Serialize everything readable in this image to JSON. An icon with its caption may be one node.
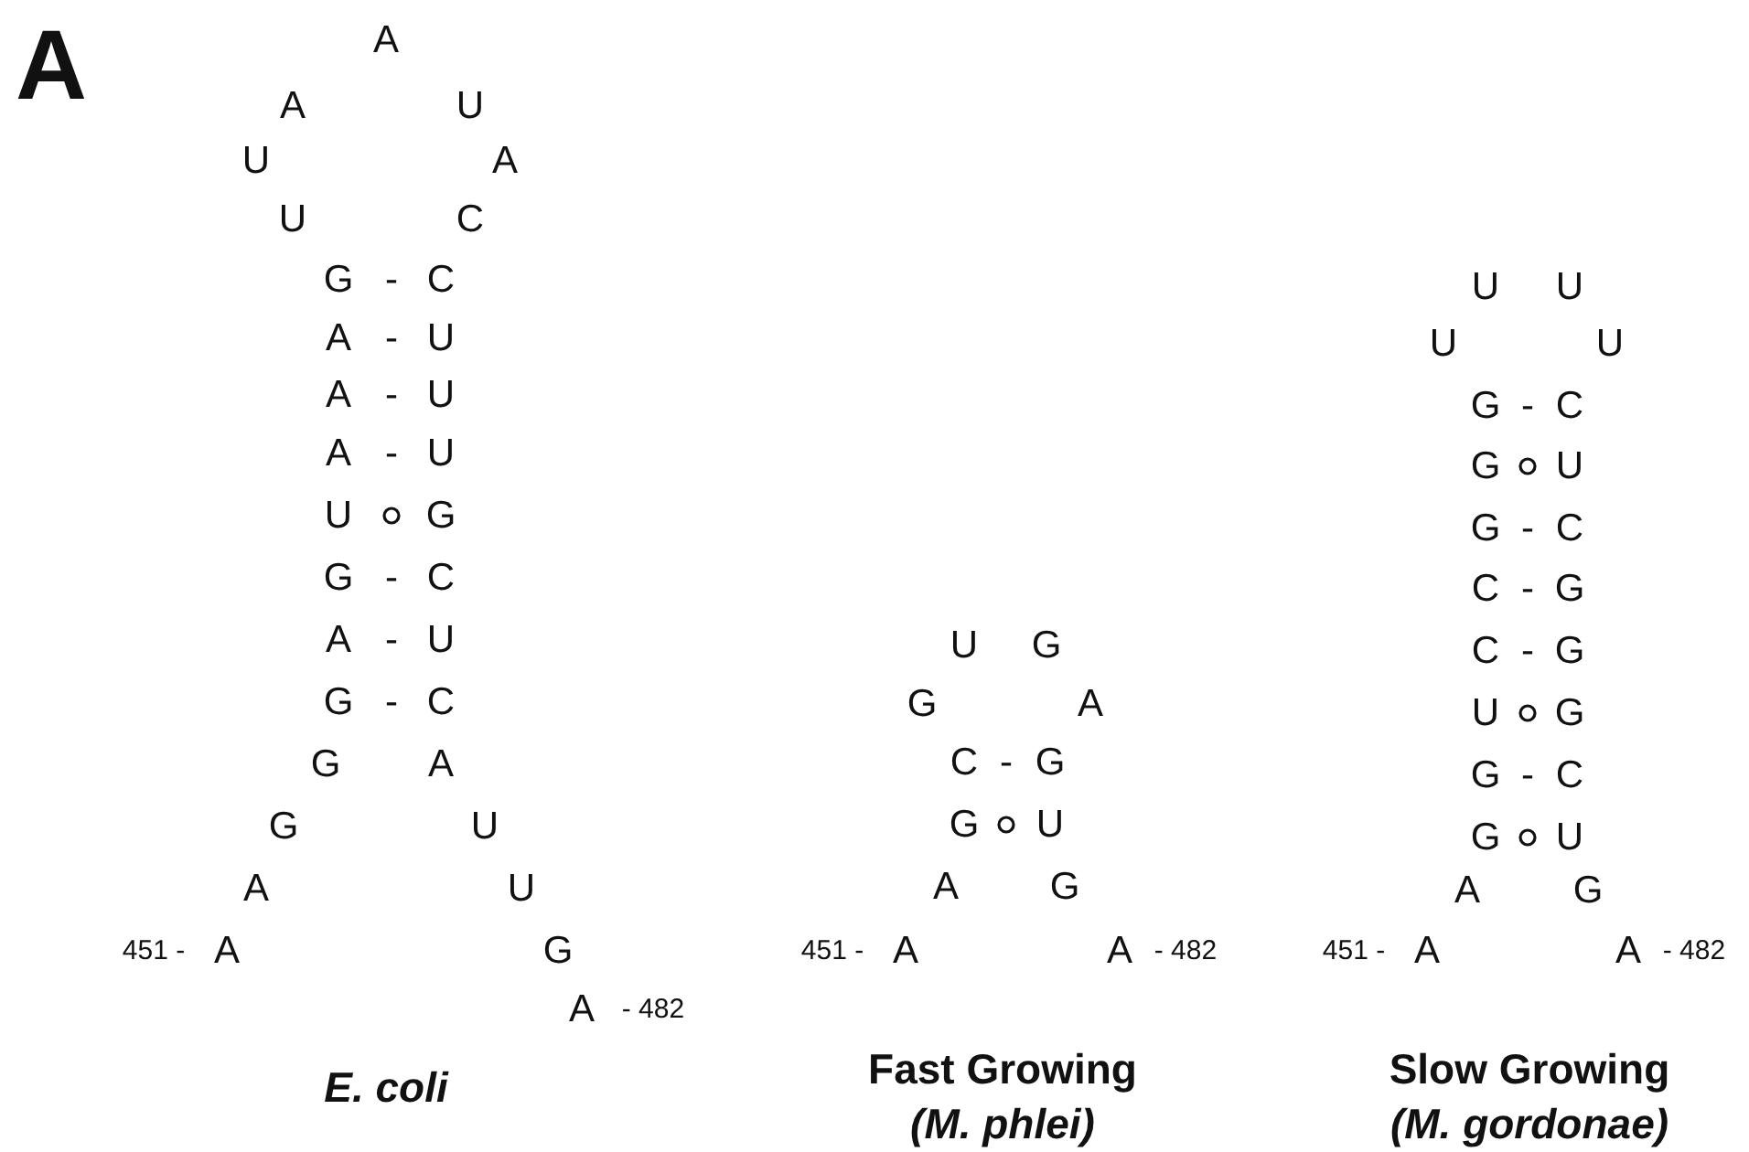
{
  "diagram": {
    "labels": [
      "A",
      "A",
      "A",
      "U",
      "U",
      "A",
      "U",
      "C",
      "G",
      "-",
      "C",
      "A",
      "-",
      "U",
      "A",
      "-",
      "U",
      "A",
      "-",
      "U",
      "U",
      "G",
      "G",
      "-",
      "C",
      "A",
      "-",
      "U",
      "G",
      "-",
      "C",
      "G",
      "A",
      "G",
      "U",
      "A",
      "U",
      "451 -",
      "A",
      "G",
      "A",
      "- 482",
      "E. coli",
      "U",
      "G",
      "G",
      "A",
      "C",
      "-",
      "G",
      "G",
      "U",
      "A",
      "G",
      "451 -",
      "A",
      "A",
      "- 482",
      "Fast Growing",
      "(M. phlei)",
      "U",
      "U",
      "U",
      "U",
      "G",
      "-",
      "C",
      "G",
      "U",
      "G",
      "-",
      "C",
      "C",
      "-",
      "G",
      "C",
      "-",
      "G",
      "U",
      "G",
      "G",
      "-",
      "C",
      "G",
      "U",
      "A",
      "G",
      "451 -",
      "A",
      "A",
      "- 482",
      "Slow Growing",
      "(M. gordonae)"
    ]
  }
}
